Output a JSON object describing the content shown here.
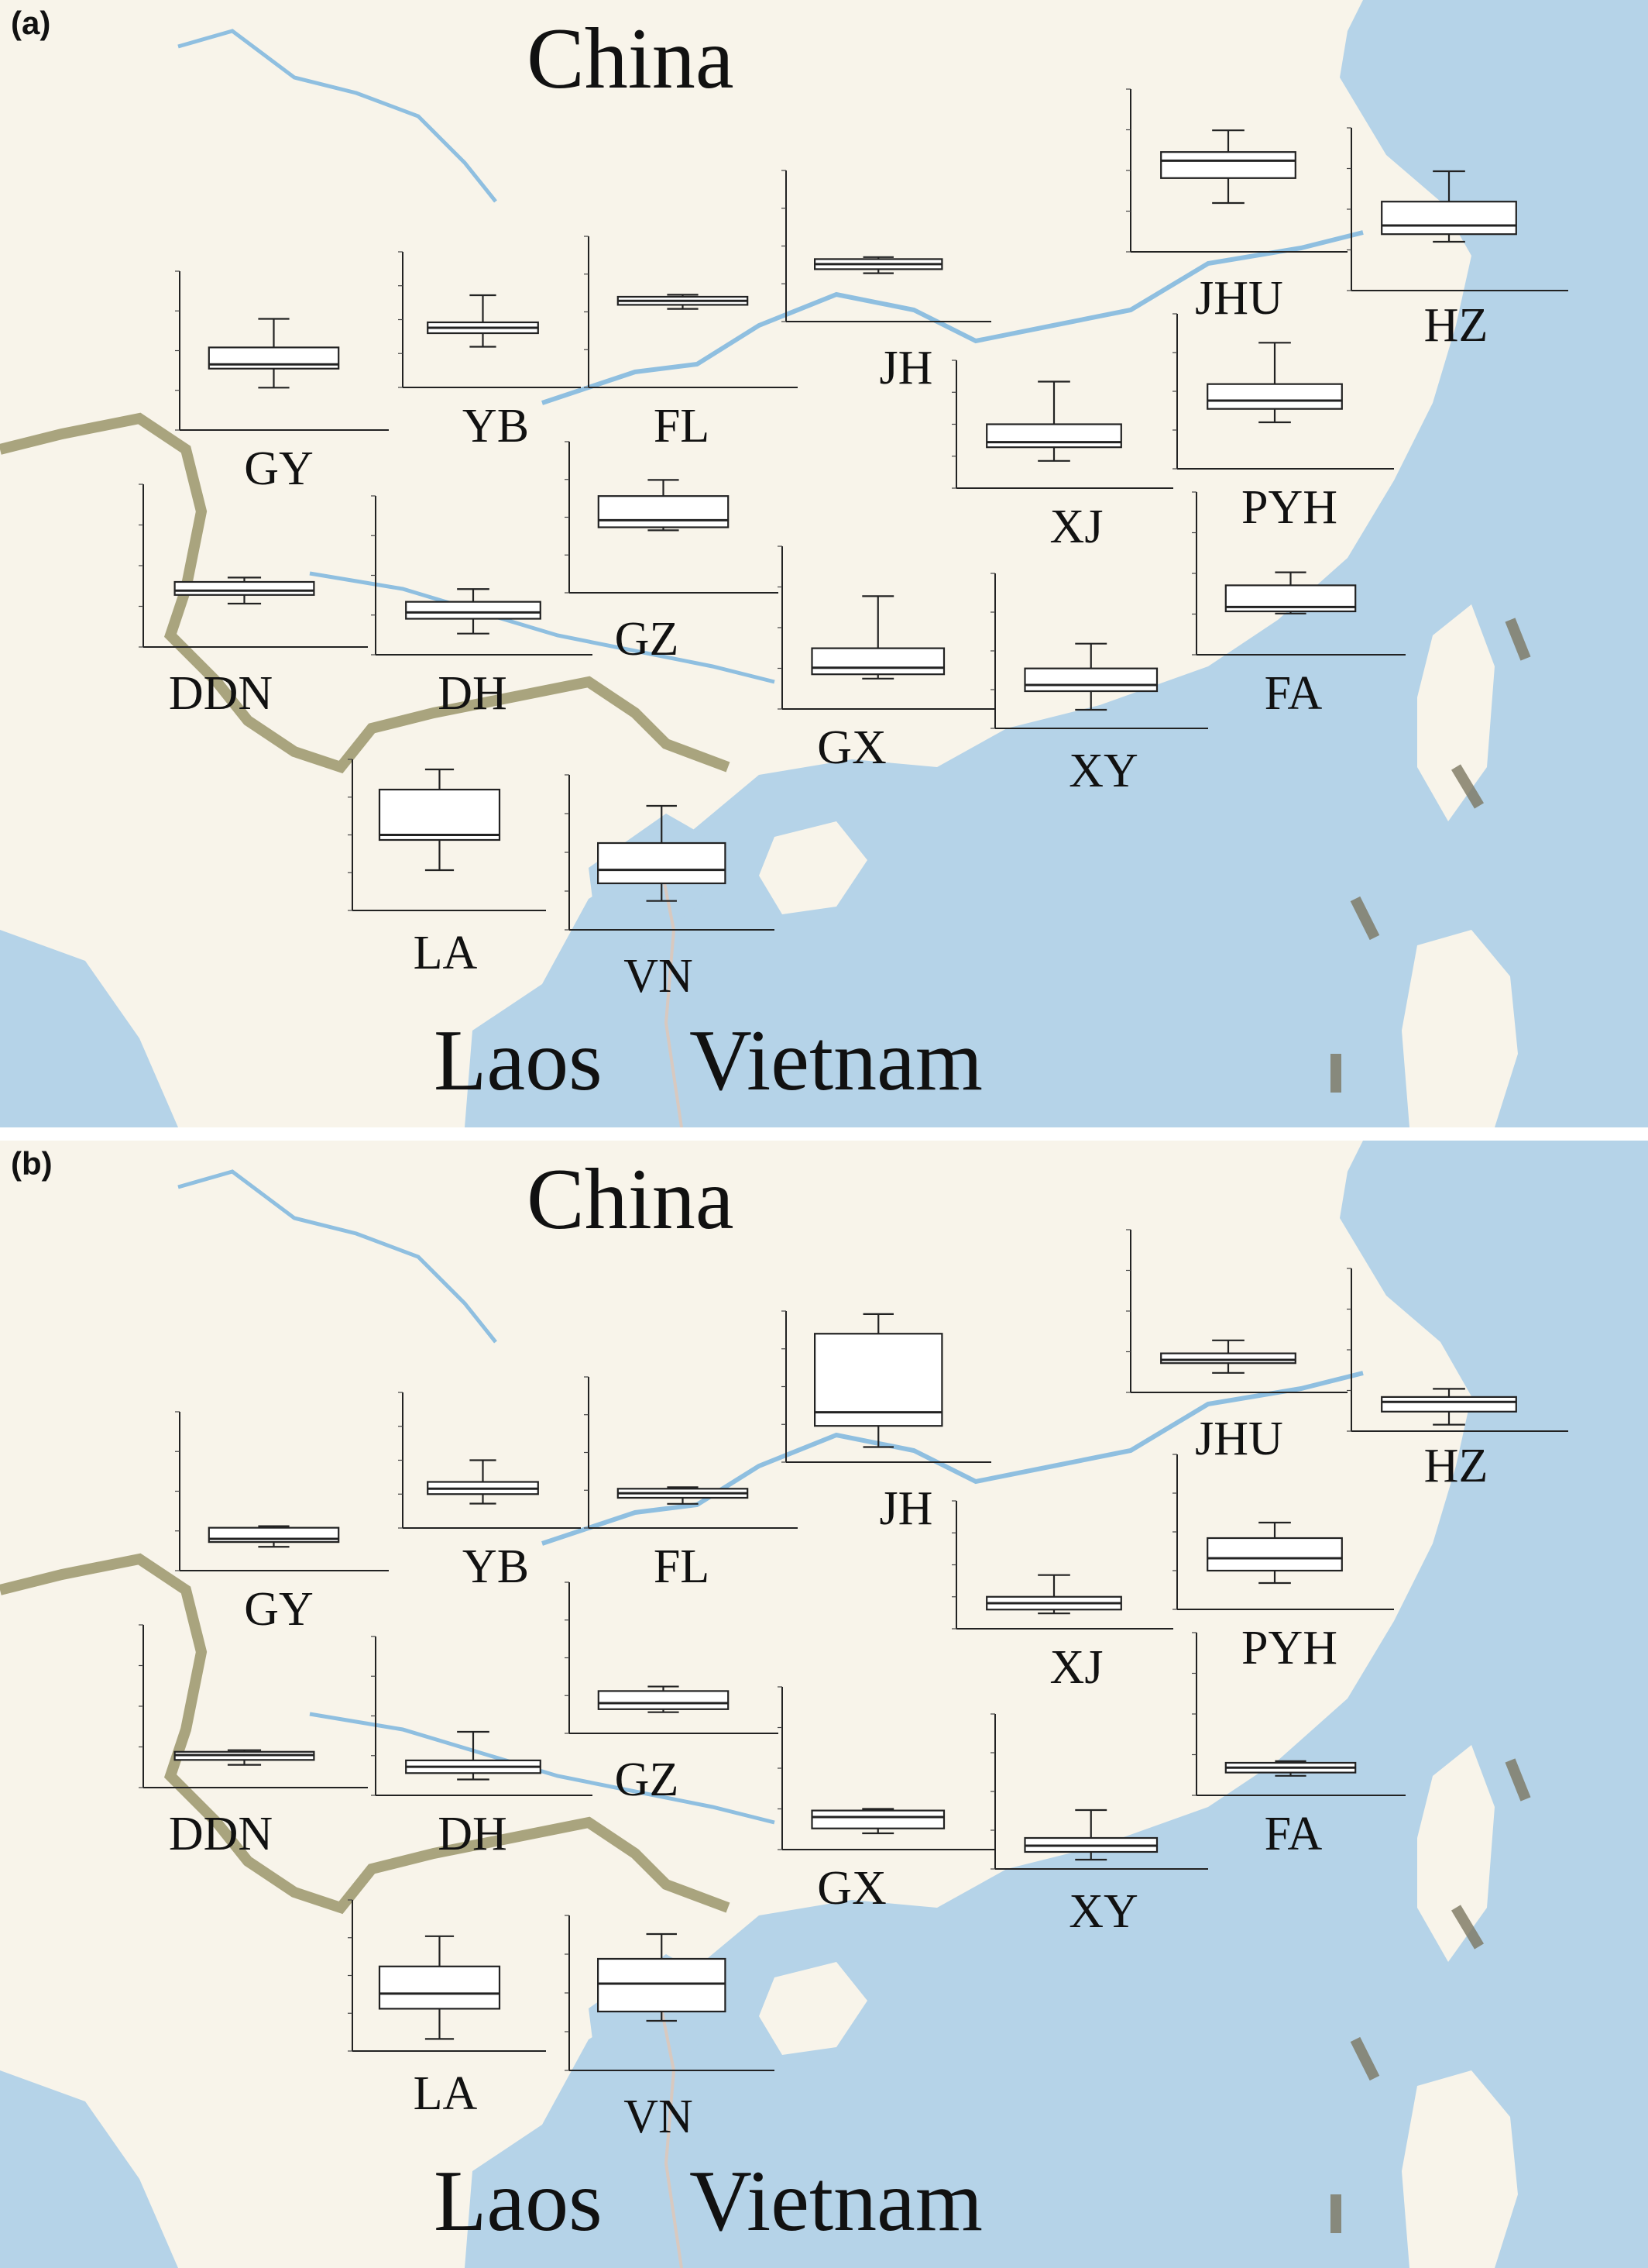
{
  "colors": {
    "land": "#f8f4ea",
    "sea": "#b5d3e8",
    "river": "#8fbfe0",
    "border": "#8f8a5a",
    "province_line": "#d8c9c0",
    "dash": "#7c7760"
  },
  "countries": {
    "china": "China",
    "laos": "Laos",
    "vietnam": "Vietnam"
  },
  "panels": [
    {
      "letter": "(a)",
      "sites": [
        {
          "label": "GY",
          "chart_data": {
            "type": "box",
            "ylim": [
              0,
              150
            ],
            "min": 40,
            "q1": 58,
            "median": 62,
            "q3": 78,
            "max": 105
          }
        },
        {
          "label": "YB",
          "chart_data": {
            "type": "box",
            "ylim": [
              0,
              150
            ],
            "min": 45,
            "q1": 60,
            "median": 66,
            "q3": 72,
            "max": 102
          }
        },
        {
          "label": "FL",
          "chart_data": {
            "type": "box",
            "ylim": [
              0,
              150
            ],
            "min": 78,
            "q1": 82,
            "median": 86,
            "q3": 90,
            "max": 92
          }
        },
        {
          "label": "JH",
          "chart_data": {
            "type": "box",
            "ylim": [
              0,
              150
            ],
            "min": 48,
            "q1": 52,
            "median": 57,
            "q3": 62,
            "max": 64
          }
        },
        {
          "label": "JHU",
          "chart_data": {
            "type": "box",
            "ylim": [
              0,
              150
            ],
            "min": 45,
            "q1": 68,
            "median": 84,
            "q3": 92,
            "max": 112
          }
        },
        {
          "label": "HZ",
          "chart_data": {
            "type": "box",
            "ylim": [
              0,
              150
            ],
            "min": 45,
            "q1": 52,
            "median": 60,
            "q3": 82,
            "max": 110
          }
        },
        {
          "label": "XJ",
          "chart_data": {
            "type": "box",
            "ylim": [
              0,
              150
            ],
            "min": 32,
            "q1": 48,
            "median": 54,
            "q3": 75,
            "max": 125
          }
        },
        {
          "label": "PYH",
          "chart_data": {
            "type": "box",
            "ylim": [
              0,
              150
            ],
            "min": 45,
            "q1": 58,
            "median": 66,
            "q3": 82,
            "max": 122
          }
        },
        {
          "label": "DDN",
          "chart_data": {
            "type": "box",
            "ylim": [
              0,
              150
            ],
            "min": 40,
            "q1": 48,
            "median": 52,
            "q3": 60,
            "max": 64
          }
        },
        {
          "label": "DH",
          "chart_data": {
            "type": "box",
            "ylim": [
              0,
              150
            ],
            "min": 20,
            "q1": 34,
            "median": 40,
            "q3": 50,
            "max": 62
          }
        },
        {
          "label": "GZ",
          "chart_data": {
            "type": "box",
            "ylim": [
              0,
              150
            ],
            "min": 62,
            "q1": 65,
            "median": 72,
            "q3": 96,
            "max": 112
          }
        },
        {
          "label": "GX",
          "chart_data": {
            "type": "box",
            "ylim": [
              0,
              150
            ],
            "min": 28,
            "q1": 32,
            "median": 38,
            "q3": 56,
            "max": 104
          }
        },
        {
          "label": "XY",
          "chart_data": {
            "type": "box",
            "ylim": [
              0,
              150
            ],
            "min": 18,
            "q1": 36,
            "median": 42,
            "q3": 58,
            "max": 82
          }
        },
        {
          "label": "FA",
          "chart_data": {
            "type": "box",
            "ylim": [
              0,
              150
            ],
            "min": 38,
            "q1": 40,
            "median": 44,
            "q3": 64,
            "max": 76
          }
        },
        {
          "label": "LA",
          "chart_data": {
            "type": "box",
            "ylim": [
              0,
              150
            ],
            "min": 40,
            "q1": 70,
            "median": 75,
            "q3": 120,
            "max": 140
          }
        },
        {
          "label": "VN",
          "chart_data": {
            "type": "box",
            "ylim": [
              0,
              150
            ],
            "min": 28,
            "q1": 45,
            "median": 58,
            "q3": 84,
            "max": 120
          }
        }
      ]
    },
    {
      "letter": "(b)",
      "sites": [
        {
          "label": "GY",
          "chart_data": {
            "type": "box",
            "ylim": [
              0,
              1000
            ],
            "min": 150,
            "q1": 180,
            "median": 200,
            "q3": 270,
            "max": 280
          }
        },
        {
          "label": "YB",
          "chart_data": {
            "type": "box",
            "ylim": [
              0,
              1000
            ],
            "min": 180,
            "q1": 250,
            "median": 290,
            "q3": 340,
            "max": 500
          }
        },
        {
          "label": "FL",
          "chart_data": {
            "type": "box",
            "ylim": [
              0,
              1000
            ],
            "min": 160,
            "q1": 200,
            "median": 230,
            "q3": 260,
            "max": 270
          }
        },
        {
          "label": "JH",
          "chart_data": {
            "type": "box",
            "ylim": [
              0,
              1000
            ],
            "min": 100,
            "q1": 240,
            "median": 330,
            "q3": 850,
            "max": 980
          }
        },
        {
          "label": "JHU",
          "chart_data": {
            "type": "box",
            "ylim": [
              0,
              1000
            ],
            "min": 120,
            "q1": 180,
            "median": 200,
            "q3": 240,
            "max": 320
          }
        },
        {
          "label": "HZ",
          "chart_data": {
            "type": "box",
            "ylim": [
              0,
              1000
            ],
            "min": 40,
            "q1": 120,
            "median": 180,
            "q3": 210,
            "max": 260
          }
        },
        {
          "label": "XJ",
          "chart_data": {
            "type": "box",
            "ylim": [
              0,
              1000
            ],
            "min": 120,
            "q1": 150,
            "median": 200,
            "q3": 250,
            "max": 420
          }
        },
        {
          "label": "PYH",
          "chart_data": {
            "type": "box",
            "ylim": [
              0,
              1000
            ],
            "min": 170,
            "q1": 250,
            "median": 330,
            "q3": 460,
            "max": 560
          }
        },
        {
          "label": "DDN",
          "chart_data": {
            "type": "box",
            "ylim": [
              0,
              1000
            ],
            "min": 140,
            "q1": 170,
            "median": 200,
            "q3": 220,
            "max": 230
          }
        },
        {
          "label": "DH",
          "chart_data": {
            "type": "box",
            "ylim": [
              0,
              1000
            ],
            "min": 100,
            "q1": 140,
            "median": 180,
            "q3": 220,
            "max": 400
          }
        },
        {
          "label": "GZ",
          "chart_data": {
            "type": "box",
            "ylim": [
              0,
              1000
            ],
            "min": 140,
            "q1": 160,
            "median": 200,
            "q3": 280,
            "max": 310
          }
        },
        {
          "label": "GX",
          "chart_data": {
            "type": "box",
            "ylim": [
              0,
              1000
            ],
            "min": 100,
            "q1": 130,
            "median": 200,
            "q3": 240,
            "max": 250
          }
        },
        {
          "label": "XY",
          "chart_data": {
            "type": "box",
            "ylim": [
              0,
              1000
            ],
            "min": 60,
            "q1": 110,
            "median": 150,
            "q3": 200,
            "max": 380
          }
        },
        {
          "label": "FA",
          "chart_data": {
            "type": "box",
            "ylim": [
              0,
              1000
            ],
            "min": 120,
            "q1": 140,
            "median": 170,
            "q3": 200,
            "max": 210
          }
        },
        {
          "label": "LA",
          "chart_data": {
            "type": "box",
            "ylim": [
              0,
              1000
            ],
            "min": 80,
            "q1": 280,
            "median": 380,
            "q3": 560,
            "max": 760
          }
        },
        {
          "label": "VN",
          "chart_data": {
            "type": "box",
            "ylim": [
              0,
              1000
            ],
            "min": 320,
            "q1": 380,
            "median": 560,
            "q3": 720,
            "max": 880
          }
        }
      ]
    }
  ]
}
